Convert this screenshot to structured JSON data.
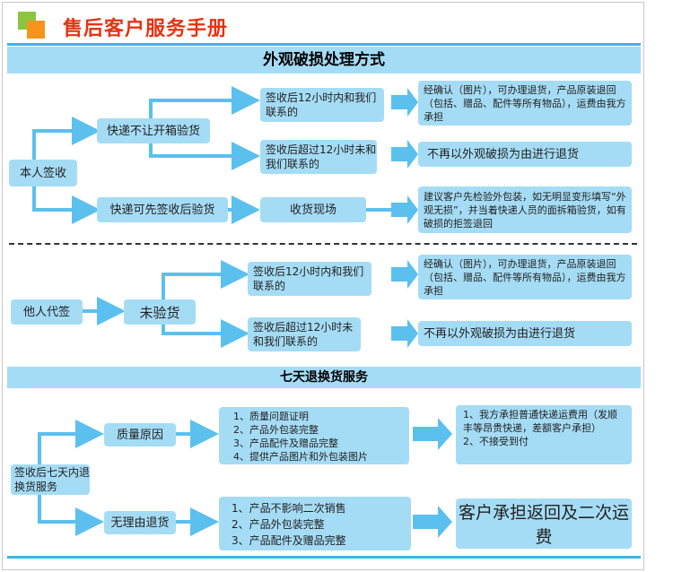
{
  "title": "售后客户服务手册",
  "section1": {
    "heading": "外观破损处理方式",
    "self_sign": "本人签收",
    "no_open": "快递不让开箱验货",
    "can_open": "快递可先签收后验货",
    "within12": "签收后12小时内和我们联系的",
    "over12": "签收后超过12小时未和我们联系的",
    "scene": "收货现场",
    "confirm": "经确认（图片），可办理退货，产品原装退回（包括、赠品、配件等所有物品），运费由我方承担",
    "reject": "不再以外观破损为由进行退货",
    "advice": "建议客户先检验外包装，如无明显变形填写“外观无损”，并当着快递人员的面拆箱验货，如有破损的拒签退回",
    "proxy_sign": "他人代签",
    "uninspected": "未验货",
    "within12_b": "签收后12小时内和我们联系的",
    "over12_b": "签收后超过12小时未和我们联系的",
    "confirm_b": "经确认（图片），可办理退货，产品原装退回（包括、赠品、配件等所有物品），运费由我方承担",
    "reject_b": "不再以外观破损为由进行退货"
  },
  "section2": {
    "heading": "七天退换货服务",
    "start": "签收后七天内退换货服务",
    "quality": "质量原因",
    "no_reason": "无理由退货",
    "quality_items": [
      "1、质量问题证明",
      "2、产品外包装完整",
      "3、产品配件及赠品完整",
      "4、提供产品图片和外包装图片"
    ],
    "quality_result": [
      "1、我方承担普通快递运费用（发顺丰等昂贵快递，差额客户承担）",
      "2、不接受到付"
    ],
    "noreason_items": [
      "1、产品不影响二次销售",
      "2、产品外包装完整",
      "3、产品配件及赠品完整"
    ],
    "noreason_result": "客户承担返回及二次运费"
  },
  "colors": {
    "title": "#e63312",
    "box": "#a5dcf5",
    "accent": "#3cb4e6",
    "logo_green": "#8cc63f",
    "logo_orange": "#f7941d"
  }
}
